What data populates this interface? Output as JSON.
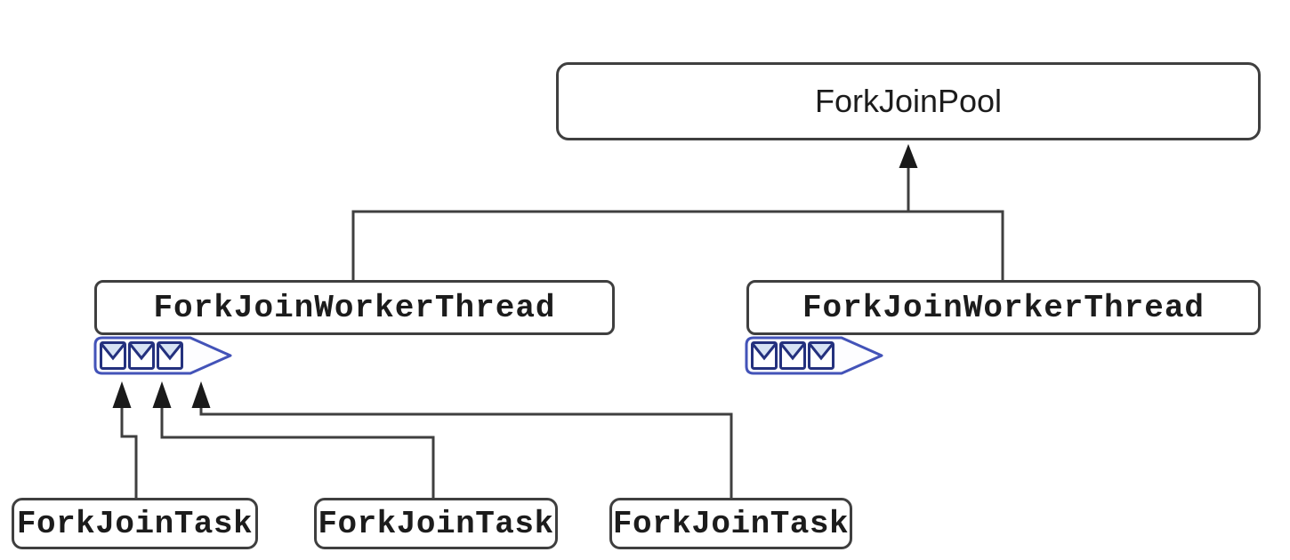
{
  "diagram": {
    "pool": {
      "label": "ForkJoinPool"
    },
    "workers": [
      {
        "label": "ForkJoinWorkerThread",
        "queue": {
          "icon": "envelope-icon",
          "envelope_count": 3
        }
      },
      {
        "label": "ForkJoinWorkerThread",
        "queue": {
          "icon": "envelope-icon",
          "envelope_count": 3
        }
      }
    ],
    "tasks": [
      {
        "label": "ForkJoinTask"
      },
      {
        "label": "ForkJoinTask"
      },
      {
        "label": "ForkJoinTask"
      }
    ],
    "colors": {
      "background": "#ffffff",
      "line": "#3f3f3f",
      "arrowhead": "#1a1a1a",
      "node_border": "#3f3f3f",
      "node_fill": "#ffffff",
      "text": "#1c1c1c",
      "queue_border": "#4353b8",
      "envelope_border": "#24317e",
      "envelope_flap_fill": "#d7e3f4"
    }
  }
}
